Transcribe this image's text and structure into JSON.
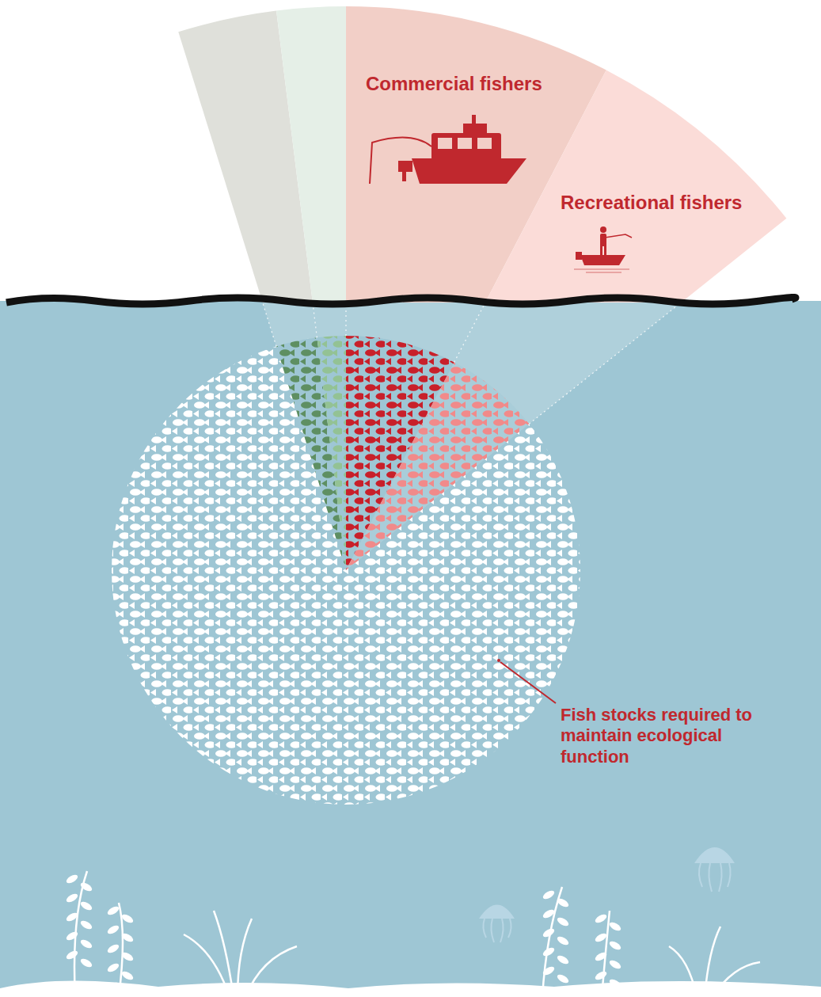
{
  "diagram": {
    "labels": [
      "Commercial fishers",
      "Recreational fishers",
      "Fish stocks required to maintain ecological function"
    ]
  }
}
